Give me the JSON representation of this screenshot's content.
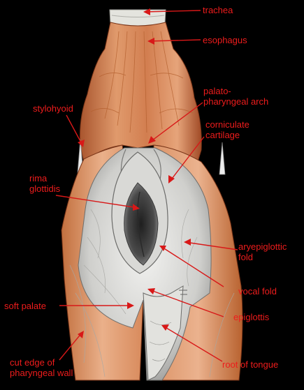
{
  "colors": {
    "background": "#000000",
    "label": "#ee1c1c",
    "leader": "#d81818",
    "muscle": "#d98a5e",
    "muscle_dark": "#a9552e",
    "mucosa": "#d6d6d6",
    "mucosa_dark": "#8a8a8a",
    "cartilage": "#e8e8e0"
  },
  "labels": {
    "trachea": "trachea",
    "esophagus": "esophagus",
    "palatopharyngeal_arch": [
      "palato-",
      "pharyngeal arch"
    ],
    "stylohyoid": "stylohyoid",
    "corniculate_cartilage": [
      "corniculate",
      "cartilage"
    ],
    "rima_glottidis": [
      "rima",
      "glottidis"
    ],
    "aryepiglottic_fold": [
      "aryepiglottic",
      "fold"
    ],
    "vocal_fold": "vocal fold",
    "soft_palate": "soft palate",
    "epiglottis": "epiglottis",
    "cut_edge": [
      "cut edge of",
      "pharyngeal wall"
    ],
    "root_of_tongue": "root of tongue"
  }
}
